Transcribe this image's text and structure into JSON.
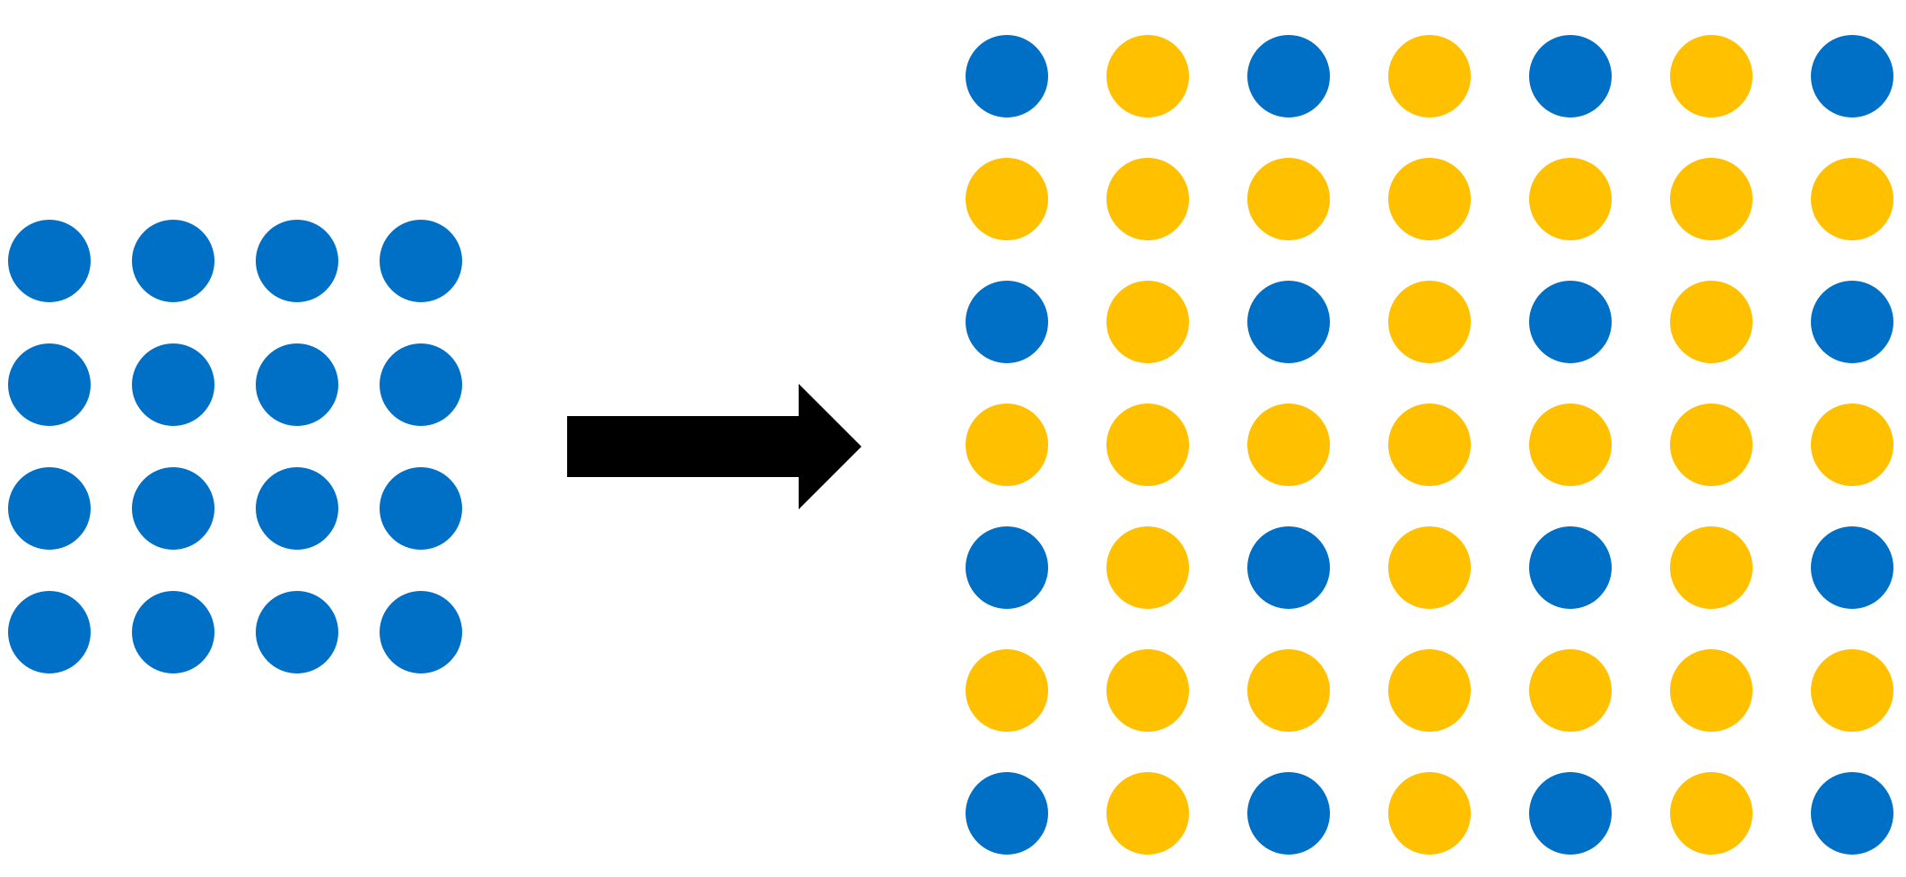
{
  "colors": {
    "blue": "#0070C6",
    "yellow": "#FFC000",
    "arrow": "#000000",
    "background": "#FFFFFF"
  },
  "input_grid": {
    "rows": 4,
    "cols": 4,
    "cells": [
      [
        "blue",
        "blue",
        "blue",
        "blue"
      ],
      [
        "blue",
        "blue",
        "blue",
        "blue"
      ],
      [
        "blue",
        "blue",
        "blue",
        "blue"
      ],
      [
        "blue",
        "blue",
        "blue",
        "blue"
      ]
    ]
  },
  "arrow": {
    "direction": "right",
    "icon": "arrow-right-icon"
  },
  "output_grid": {
    "rows": 7,
    "cols": 7,
    "cells": [
      [
        "blue",
        "yellow",
        "blue",
        "yellow",
        "blue",
        "yellow",
        "blue"
      ],
      [
        "yellow",
        "yellow",
        "yellow",
        "yellow",
        "yellow",
        "yellow",
        "yellow"
      ],
      [
        "blue",
        "yellow",
        "blue",
        "yellow",
        "blue",
        "yellow",
        "blue"
      ],
      [
        "yellow",
        "yellow",
        "yellow",
        "yellow",
        "yellow",
        "yellow",
        "yellow"
      ],
      [
        "blue",
        "yellow",
        "blue",
        "yellow",
        "blue",
        "yellow",
        "blue"
      ],
      [
        "yellow",
        "yellow",
        "yellow",
        "yellow",
        "yellow",
        "yellow",
        "yellow"
      ],
      [
        "blue",
        "yellow",
        "blue",
        "yellow",
        "blue",
        "yellow",
        "blue"
      ]
    ]
  }
}
